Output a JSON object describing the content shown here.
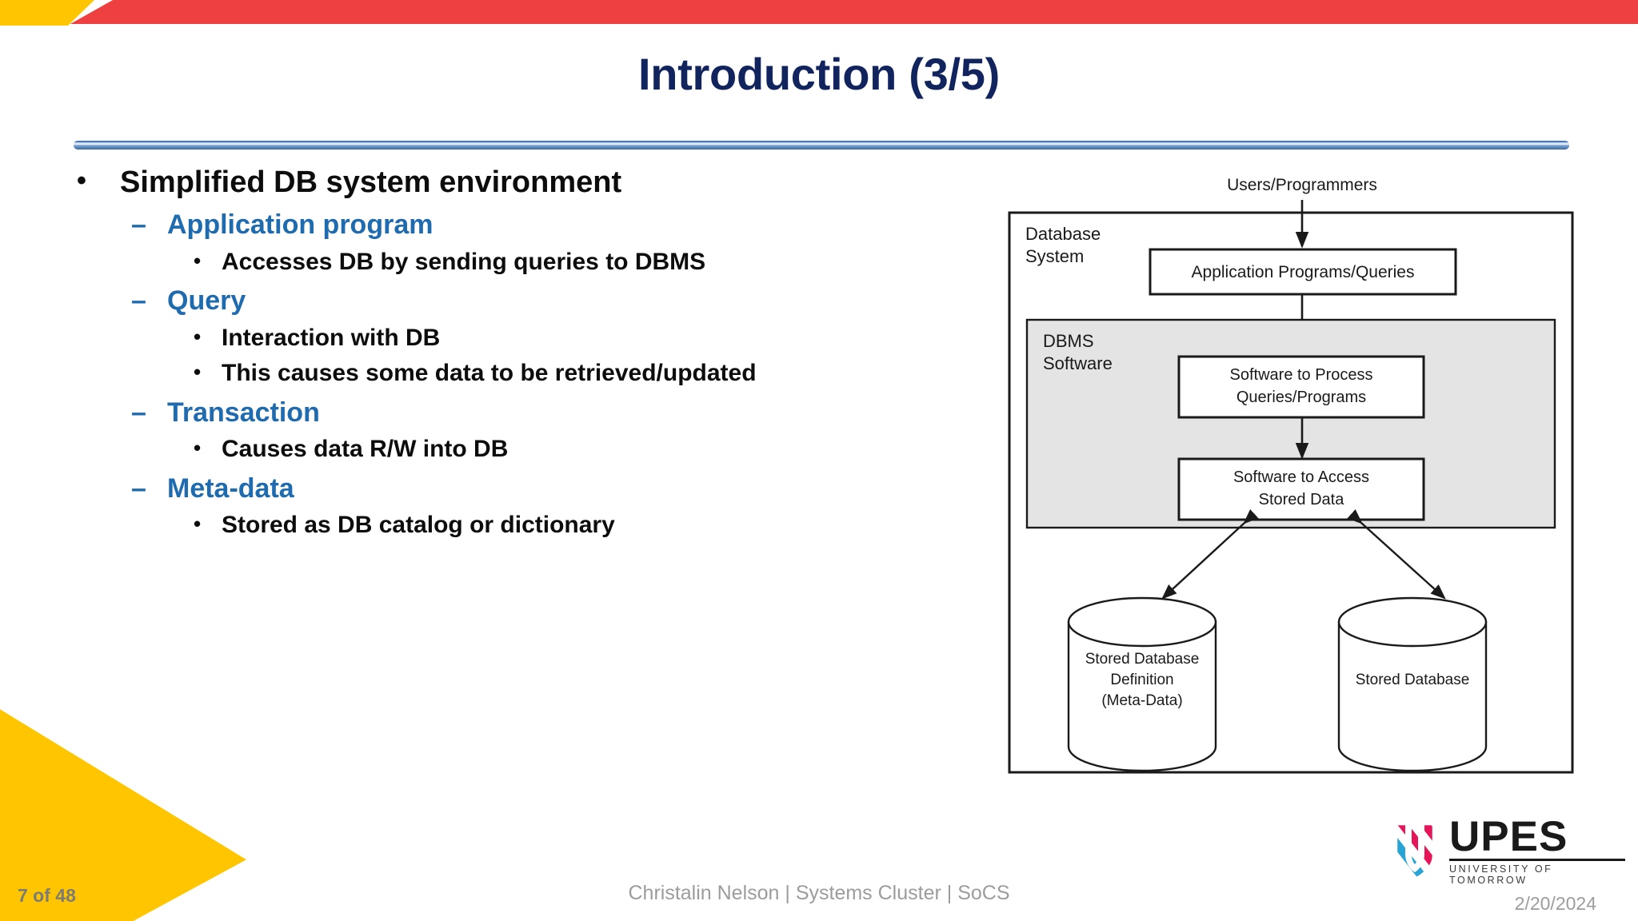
{
  "slide": {
    "title": "Introduction (3/5)",
    "number_label": "7 of 48",
    "footer_center": "Christalin Nelson | Systems Cluster | SoCS",
    "date": "2/20/2024"
  },
  "colors": {
    "title_navy": "#11245E",
    "accent_blue": "#1F6BB0",
    "band_red": "#EE4040",
    "band_yellow": "#FFC600",
    "body_black": "#0D0D0D",
    "footer_gray": "#9C9C9C"
  },
  "content": {
    "bullets": [
      {
        "level": 1,
        "marker": "•",
        "text": "Simplified DB system environment"
      },
      {
        "level": 2,
        "marker": "–",
        "text": "Application program"
      },
      {
        "level": 3,
        "marker": "•",
        "text": "Accesses DB by sending queries to DBMS"
      },
      {
        "level": 2,
        "marker": "–",
        "text": "Query"
      },
      {
        "level": 3,
        "marker": "•",
        "text": "Interaction with DB"
      },
      {
        "level": 3,
        "marker": "•",
        "text": "This causes some data to be retrieved/updated"
      },
      {
        "level": 2,
        "marker": "–",
        "text": "Transaction"
      },
      {
        "level": 3,
        "marker": "•",
        "text": "Causes data R/W into DB"
      },
      {
        "level": 2,
        "marker": "–",
        "text": "Meta-data"
      },
      {
        "level": 3,
        "marker": "•",
        "text": "Stored as DB catalog or dictionary"
      }
    ]
  },
  "diagram": {
    "top_label": "Users/Programmers",
    "outer_label_line1": "Database",
    "outer_label_line2": "System",
    "dbms_label_line1": "DBMS",
    "dbms_label_line2": "Software",
    "box_app": "Application Programs/Queries",
    "box_process_line1": "Software to Process",
    "box_process_line2": "Queries/Programs",
    "box_access_line1": "Software to Access",
    "box_access_line2": "Stored Data",
    "cyl_left_line1": "Stored Database",
    "cyl_left_line2": "Definition",
    "cyl_left_line3": "(Meta-Data)",
    "cyl_right_line1": "Stored Database"
  },
  "logo": {
    "word": "UPES",
    "tagline": "UNIVERSITY OF TOMORROW"
  }
}
